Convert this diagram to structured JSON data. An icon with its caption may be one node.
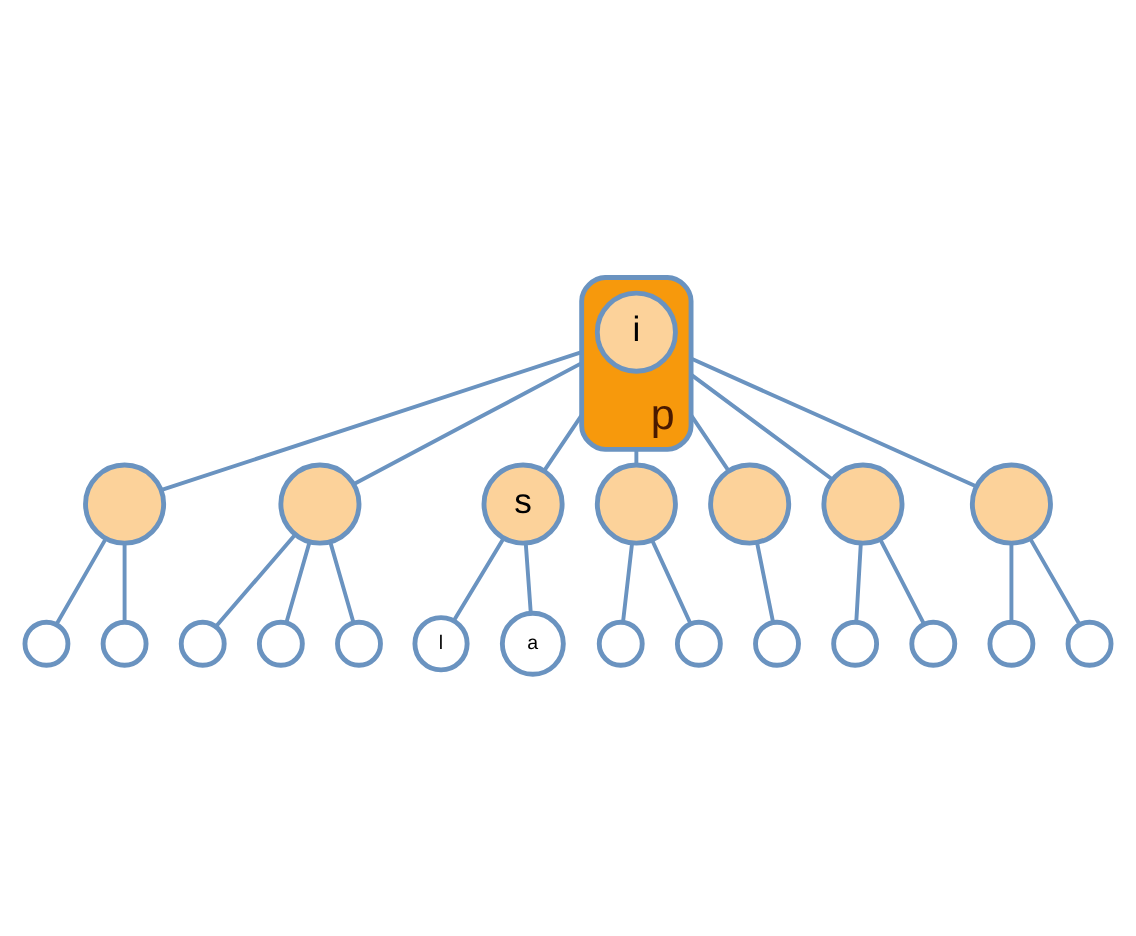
{
  "diagram": {
    "nodes": [
      {
        "text": [
          "p"
        ]
      },
      {
        "text": [
          "i"
        ],
        "in": 0
      },
      {
        "text": [],
        "shape": "circle"
      },
      {
        "text": [],
        "shape": "circle"
      },
      {
        "text": [],
        "shape": "circle"
      },
      {
        "text": [],
        "shape": "circle"
      },
      {
        "text": [],
        "shape": "circle"
      },
      {
        "text": [],
        "shape": "circle"
      },
      {
        "text": [],
        "shape": "circle"
      },
      {
        "text": [
          "s"
        ]
      },
      {
        "text": [
          "l"
        ]
      },
      {
        "text": [
          "a"
        ]
      },
      {
        "text": [],
        "shape": "circle"
      },
      {
        "text": [],
        "shape": "circle"
      },
      {
        "text": [],
        "shape": "circle"
      },
      {
        "text": [],
        "shape": "circle"
      },
      {
        "text": [],
        "shape": "circle"
      },
      {
        "text": [],
        "shape": "circle"
      },
      {
        "text": [],
        "shape": "circle"
      },
      {
        "text": [],
        "shape": "circle"
      },
      {
        "text": [],
        "shape": "circle"
      },
      {
        "text": [],
        "shape": "circle"
      },
      {
        "text": [],
        "shape": "circle"
      }
    ],
    "edges": [
      {
        "from": 0,
        "to": 2,
        "arrow": "none"
      },
      {
        "from": 2,
        "to": 3,
        "arrow": "none"
      },
      {
        "from": 2,
        "to": 4,
        "arrow": "none"
      },
      {
        "from": 0,
        "to": 5,
        "arrow": "none"
      },
      {
        "from": 5,
        "to": 6,
        "arrow": "none"
      },
      {
        "from": 5,
        "to": 7,
        "arrow": "none"
      },
      {
        "from": 5,
        "to": 8,
        "arrow": "none"
      },
      {
        "from": 0,
        "to": 9,
        "arrow": "none"
      },
      {
        "from": 9,
        "to": 10,
        "arrow": "none"
      },
      {
        "from": 9,
        "to": 11,
        "arrow": "none"
      },
      {
        "from": 0,
        "to": 12,
        "arrow": "none"
      },
      {
        "from": 12,
        "to": 13,
        "arrow": "none"
      },
      {
        "from": 12,
        "to": 14,
        "arrow": "none"
      },
      {
        "from": 0,
        "to": 15,
        "arrow": "none"
      },
      {
        "from": 15,
        "to": 16,
        "arrow": "none"
      },
      {
        "from": 0,
        "to": 17,
        "arrow": "none"
      },
      {
        "from": 17,
        "to": 18,
        "arrow": "none"
      },
      {
        "from": 17,
        "to": 19,
        "arrow": "none"
      },
      {
        "from": 0,
        "to": 20,
        "arrow": "none"
      },
      {
        "from": 20,
        "to": 21,
        "arrow": "none"
      },
      {
        "from": 20,
        "to": 22,
        "arrow": "none"
      }
    ]
  }
}
